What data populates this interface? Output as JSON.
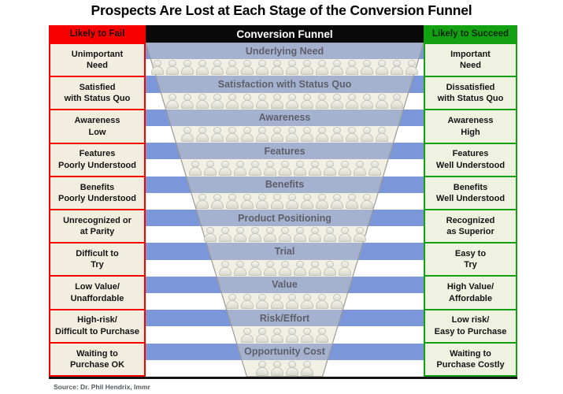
{
  "title": "Prospects Are Lost at Each Stage of the Conversion Funnel",
  "source": "Source:  Dr. Phil Hendrix, Immr",
  "columns": {
    "fail": {
      "header": "Likely to Fail",
      "items": [
        "Unimportant\nNeed",
        "Satisfied\nwith Status Quo",
        "Awareness\nLow",
        "Features\nPoorly Understood",
        "Benefits\nPoorly Understood",
        "Unrecognized or\nat Parity",
        "Difficult to\nTry",
        "Low Value/\nUnaffordable",
        "High-risk/\nDifficult to Purchase",
        "Waiting to\nPurchase OK"
      ]
    },
    "succeed": {
      "header": "Likely to Succeed",
      "items": [
        "Important\nNeed",
        "Dissatisfied\nwith Status Quo",
        "Awareness\nHigh",
        "Features\nWell Understood",
        "Benefits\nWell Understood",
        "Recognized\nas Superior",
        "Easy to\nTry",
        "High Value/\nAffordable",
        "Low risk/\nEasy to Purchase",
        "Waiting to\nPurchase Costly"
      ]
    }
  },
  "funnel": {
    "header": "Conversion Funnel",
    "stages": [
      {
        "label": "Underlying Need",
        "people": 18
      },
      {
        "label": "Satisfaction with Status Quo",
        "people": 16
      },
      {
        "label": "Awareness",
        "people": 14
      },
      {
        "label": "Features",
        "people": 13
      },
      {
        "label": "Benefits",
        "people": 12
      },
      {
        "label": "Product Positioning",
        "people": 11
      },
      {
        "label": "Trial",
        "people": 9
      },
      {
        "label": "Value",
        "people": 8
      },
      {
        "label": "Risk/Effort",
        "people": 6
      },
      {
        "label": "Opportunity Cost",
        "people": 4
      }
    ]
  },
  "colors": {
    "fail_header_bg": "#f80000",
    "funnel_header_bg": "#0a0a0a",
    "succeed_header_bg": "#13a113",
    "band_blue": "#7b96d9",
    "fail_cell_bg": "#f1eee0",
    "succeed_cell_bg": "#eff1e1",
    "stage_label_text": "#5e5f69"
  }
}
